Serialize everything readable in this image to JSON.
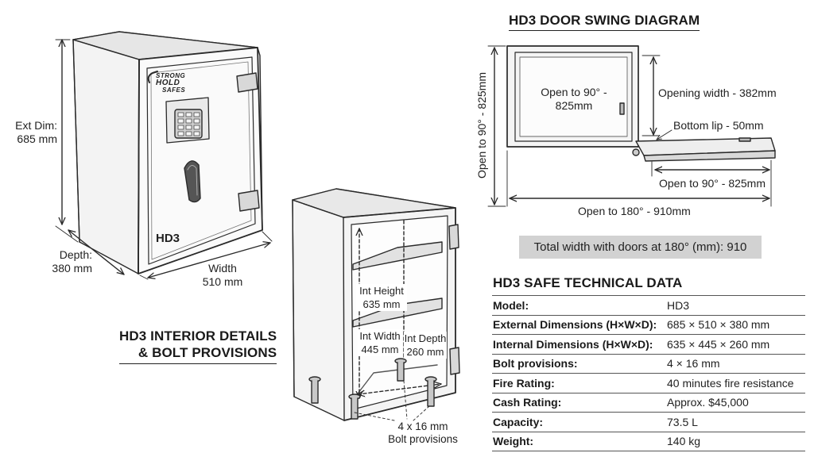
{
  "door_swing": {
    "heading": "HD3 DOOR SWING DIAGRAM",
    "front_label": "Open to 90° -\n825mm",
    "vertical_label": "Open to 90° - 825mm",
    "opening_width": "Opening width - 382mm",
    "bottom_lip": "Bottom lip - 50mm",
    "open_90": "Open to 90° - 825mm",
    "open_180": "Open to 180° - 910mm",
    "total_width_banner": "Total width with doors at 180° (mm): 910"
  },
  "exterior": {
    "brand_line1": "STRONG",
    "brand_line2": "HOLD",
    "brand_line3": "SAFES",
    "model_badge": "HD3",
    "ext_dim_label": "Ext Dim:\n685 mm",
    "depth_label": "Depth:\n380 mm",
    "width_label": "Width\n510 mm"
  },
  "interior": {
    "heading_line1": "HD3 INTERIOR DETAILS",
    "heading_line2": "& BOLT PROVISIONS",
    "int_height": "Int Height\n635 mm",
    "int_width": "Int Width\n445 mm",
    "int_depth": "Int Depth\n260 mm",
    "bolt_label": "4 x 16 mm\nBolt provisions"
  },
  "tech_data": {
    "heading": "HD3 SAFE TECHNICAL DATA",
    "rows": [
      {
        "key": "Model:",
        "value": "HD3"
      },
      {
        "key": "External Dimensions (H×W×D):",
        "value": "685 × 510 × 380 mm"
      },
      {
        "key": "Internal Dimensions (H×W×D):",
        "value": "635 × 445 × 260 mm"
      },
      {
        "key": "Bolt provisions:",
        "value": "4 × 16 mm"
      },
      {
        "key": "Fire Rating:",
        "value": "40 minutes fire resistance"
      },
      {
        "key": "Cash Rating:",
        "value": "Approx. $45,000"
      },
      {
        "key": "Capacity:",
        "value": "73.5 L"
      },
      {
        "key": "Weight:",
        "value": "140 kg"
      }
    ]
  },
  "colors": {
    "ink": "#222222",
    "banner": "#d2d2d2",
    "paper": "#ffffff"
  }
}
